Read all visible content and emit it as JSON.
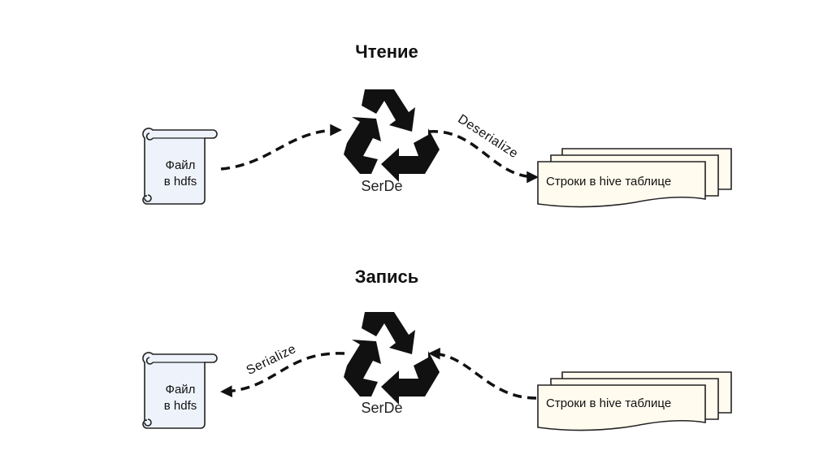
{
  "colors": {
    "file_fill": "#eef3fb",
    "rows_fill": "#fffbee",
    "outline": "#222222",
    "arrow": "#111111",
    "recycle": "#111111"
  },
  "read": {
    "title": "Чтение",
    "file_label_line1": "Файл",
    "file_label_line2": "в hdfs",
    "serde_label": "SerDe",
    "edge_label": "Deserialize",
    "rows_label": "Строки в hive таблице"
  },
  "write": {
    "title": "Запись",
    "file_label_line1": "Файл",
    "file_label_line2": "в hdfs",
    "serde_label": "SerDe",
    "edge_label": "Serialize",
    "rows_label": "Строки в hive таблице"
  },
  "icons": {
    "file": "scroll-icon",
    "serde": "recycle-icon",
    "rows": "stacked-documents-icon"
  }
}
